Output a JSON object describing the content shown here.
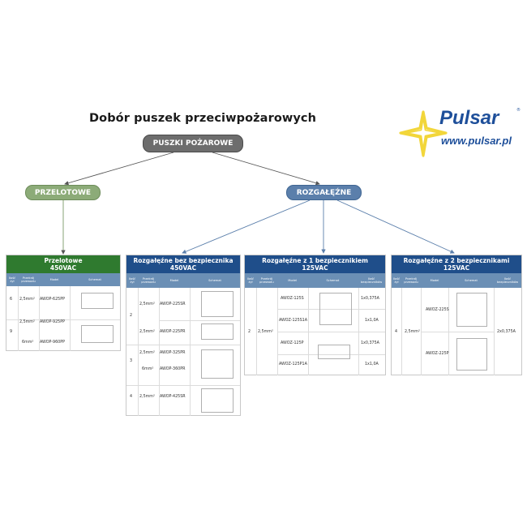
{
  "title": "Dobór puszek przeciwpożarowych",
  "logo": {
    "brand": "Pulsar",
    "reg": "®",
    "url": "www.pulsar.pl"
  },
  "tree": {
    "root": "PUSZKI POŻAROWE",
    "left": "PRZELOTOWE",
    "right": "ROZGAŁĘŹNE"
  },
  "colors": {
    "green_header": "#2f7a2f",
    "blue_header": "#1f4e8a",
    "sub_header": "#6b8fb5",
    "logo_blue": "#1e4f9a",
    "logo_yellow": "#f2d63a"
  },
  "columns_common": {
    "count": "Ilość żył",
    "section": "Przekrój przewodu",
    "model": "Model",
    "diagram": "Schemat",
    "fuses": "Ilość bezpieczników"
  },
  "panels": [
    {
      "title_line1": "Przelotowe",
      "title_line2": "450VAC",
      "rows": [
        {
          "count": "6",
          "section": "2,5mm²",
          "model": "AWOP-625PP"
        },
        {
          "count": "9",
          "section": "2,5mm²",
          "model": "AWOP-925PP"
        },
        {
          "count": "",
          "section": "6mm²",
          "model": "AWOP-960PP"
        }
      ]
    },
    {
      "title_line1": "Rozgałęźne bez bezpiecznika",
      "title_line2": "450VAC",
      "rows": [
        {
          "count": "2",
          "section": "2,5mm²",
          "model": "AWOP-225SR"
        },
        {
          "count": "",
          "section": "2,5mm²",
          "model": "AWOP-225PR"
        },
        {
          "count": "3",
          "section": "2,5mm²",
          "model": "AWOP-325PR"
        },
        {
          "count": "",
          "section": "6mm²",
          "model": "AWOP-360PR"
        },
        {
          "count": "4",
          "section": "2,5mm²",
          "model": "AWOP-425SR"
        }
      ]
    },
    {
      "title_line1": "Rozgałęźne z 1 bezpiecznikiem",
      "title_line2": "125VAC",
      "rows": [
        {
          "count": "2",
          "section": "2,5mm²",
          "model": "AWOZ-125S",
          "fuses": "1x0,375A"
        },
        {
          "count": "",
          "section": "",
          "model": "AWOZ-125S1A",
          "fuses": "1x1,0A"
        },
        {
          "count": "",
          "section": "",
          "model": "AWOZ-125P",
          "fuses": "1x0,375A"
        },
        {
          "count": "",
          "section": "",
          "model": "AWOZ-125P1A",
          "fuses": "1x1,0A"
        }
      ]
    },
    {
      "title_line1": "Rozgałęźne z 2 bezpiecznikami",
      "title_line2": "125VAC",
      "rows": [
        {
          "count": "4",
          "section": "2,5mm²",
          "model": "AWOZ-225S",
          "fuses": "2x0,375A"
        },
        {
          "count": "",
          "section": "",
          "model": "AWOZ-225P",
          "fuses": ""
        }
      ]
    }
  ]
}
